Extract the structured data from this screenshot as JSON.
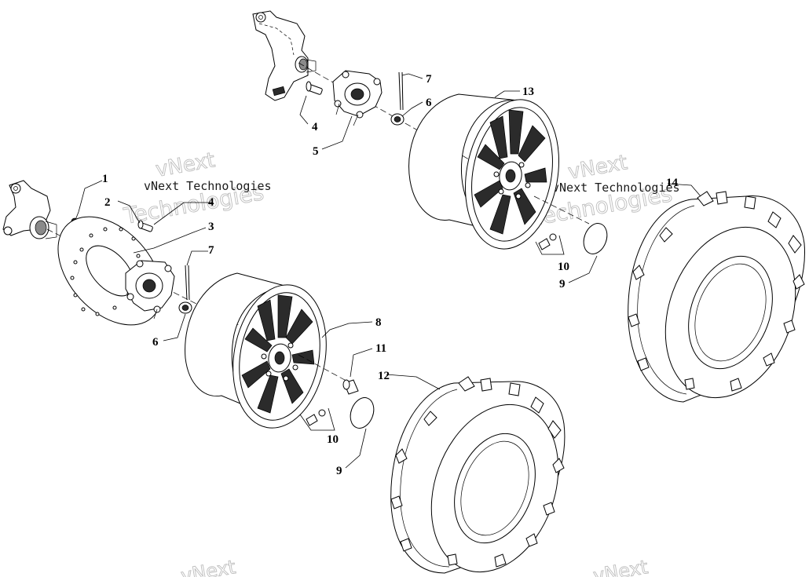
{
  "callouts": {
    "c1": "1",
    "c2": "2",
    "c3": "3",
    "c4_top": "4",
    "c4_left": "4",
    "c5": "5",
    "c6_top": "6",
    "c6_left": "6",
    "c7_top": "7",
    "c7_left": "7",
    "c8": "8",
    "c9_right": "9",
    "c9_left": "9",
    "c10_right": "10",
    "c10_left": "10",
    "c11": "11",
    "c12": "12",
    "c13": "13",
    "c14": "14"
  },
  "watermarks": {
    "left_plain": "vNext Technologies",
    "left_outline_1": "vNext",
    "left_outline_2": "Technologies",
    "right_plain": "vNext Technologies",
    "right_outline_1": "vNext",
    "right_outline_2": "Technologies",
    "bottom_left": "vNext",
    "bottom_right": "vNext"
  }
}
